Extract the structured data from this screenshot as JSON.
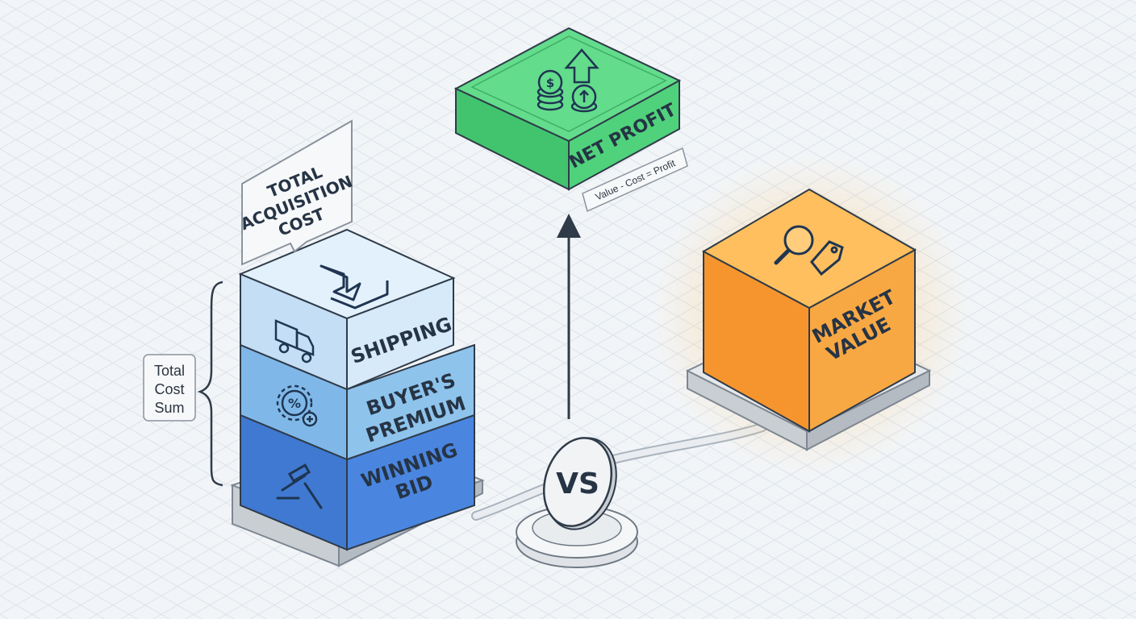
{
  "colors": {
    "background": "#f2f5f8",
    "winning_bid": "#4a86e0",
    "buyers_premium": "#8ec3ec",
    "shipping": "#cfe6f8",
    "net_profit": "#52d67c",
    "market_value": "#f7a840",
    "outline": "#2f3b49"
  },
  "cost_stack": {
    "callout_line1": "TOTAL",
    "callout_line2": "ACQUISITION",
    "callout_line3": "COST",
    "shipping_label": "SHIPPING",
    "premium_line1": "BUYER'S",
    "premium_line2": "PREMIUM",
    "bid_line1": "WINNING",
    "bid_line2": "BID",
    "sum_line1": "Total",
    "sum_line2": "Cost",
    "sum_line3": "Sum"
  },
  "net_profit": {
    "label": "NET PROFIT",
    "formula": "Value - Cost = Profit"
  },
  "market_value": {
    "line1": "MARKET",
    "line2": "VALUE"
  },
  "comparison": {
    "label": "VS"
  },
  "icons": {
    "shipping_top": "download-tray-icon",
    "shipping_side": "truck-icon",
    "premium_side": "gear-percent-icon",
    "bid_side": "gavel-icon",
    "profit_top": "coins-arrow-up-icon",
    "market_top": "magnifier-tag-icon"
  }
}
